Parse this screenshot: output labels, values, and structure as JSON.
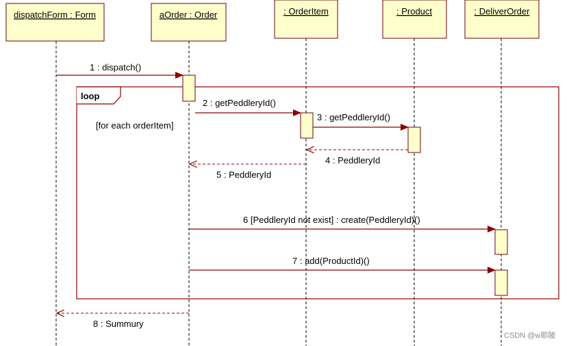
{
  "colors": {
    "box_fill": "#ffffcc",
    "box_stroke": "#6b0010",
    "message": "#8b0000",
    "lifeline": "#000000"
  },
  "lifelines": [
    {
      "label": "dispatchForm : Form"
    },
    {
      "label": "aOrder : Order"
    },
    {
      "label": ": OrderItem"
    },
    {
      "label": ": Product"
    },
    {
      "label": ": DeliverOrder"
    }
  ],
  "loop": {
    "keyword": "loop",
    "guard": "[for each orderItem]"
  },
  "messages": [
    {
      "label": "1 : dispatch()"
    },
    {
      "label": "2 : getPeddleryId()"
    },
    {
      "label": "3 : getPeddleryId()"
    },
    {
      "label": "4 : PeddleryId"
    },
    {
      "label": "5 : PeddleryId"
    },
    {
      "label": "6 [PeddleryId not exist] : create(PeddleryId)()"
    },
    {
      "label": "7 : add(ProductId)()"
    },
    {
      "label": "8 : Summury"
    }
  ],
  "watermark": "CSDN @w耶陂"
}
